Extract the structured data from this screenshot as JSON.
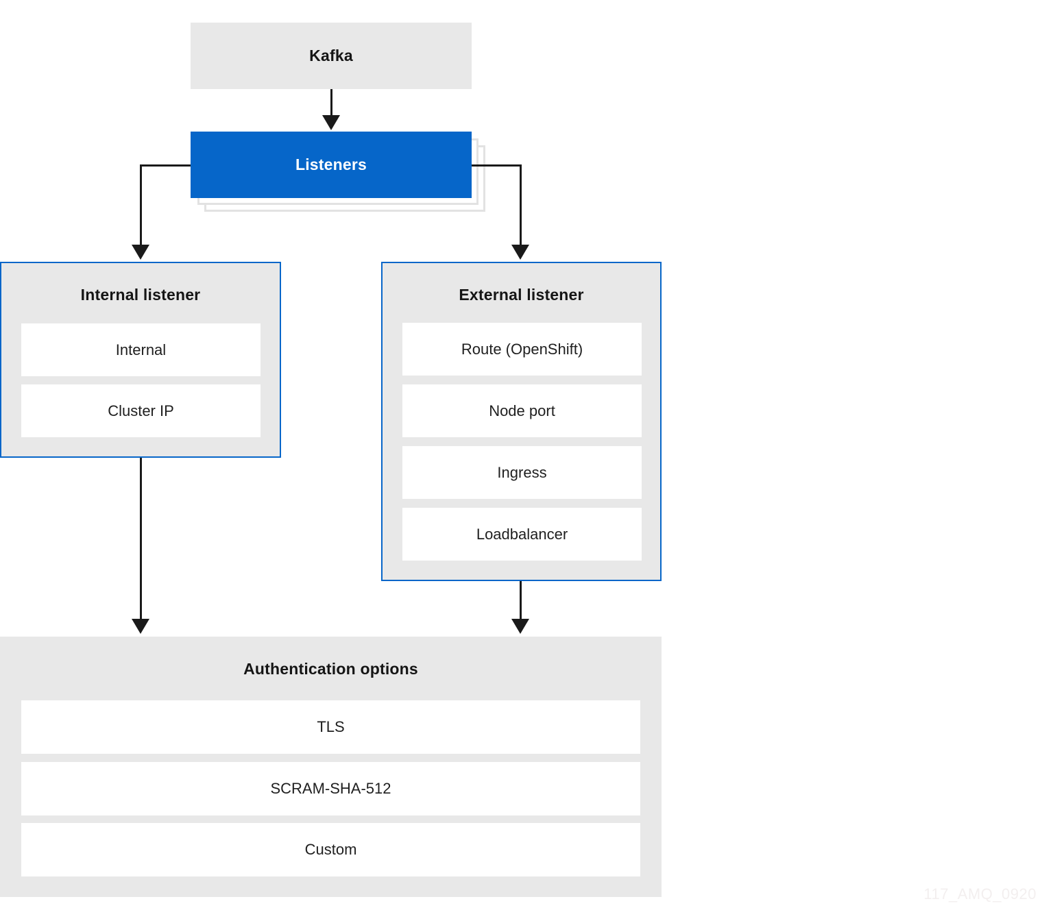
{
  "diagram": {
    "kafka": {
      "label": "Kafka"
    },
    "listeners": {
      "label": "Listeners"
    },
    "internal_listener": {
      "title": "Internal listener",
      "items": [
        "Internal",
        "Cluster IP"
      ]
    },
    "external_listener": {
      "title": "External listener",
      "items": [
        "Route (OpenShift)",
        "Node port",
        "Ingress",
        "Loadbalancer"
      ]
    },
    "authentication": {
      "title": "Authentication options",
      "items": [
        "TLS",
        "SCRAM-SHA-512",
        "Custom"
      ]
    },
    "watermark": "117_AMQ_0920",
    "colors": {
      "accent_blue": "#0666c9",
      "box_gray": "#e8e8e8",
      "arrow_black": "#1a1a1a",
      "text_dark": "#151515",
      "ghost_border": "#e2e2e2",
      "watermark_gray": "#f3efef"
    }
  }
}
